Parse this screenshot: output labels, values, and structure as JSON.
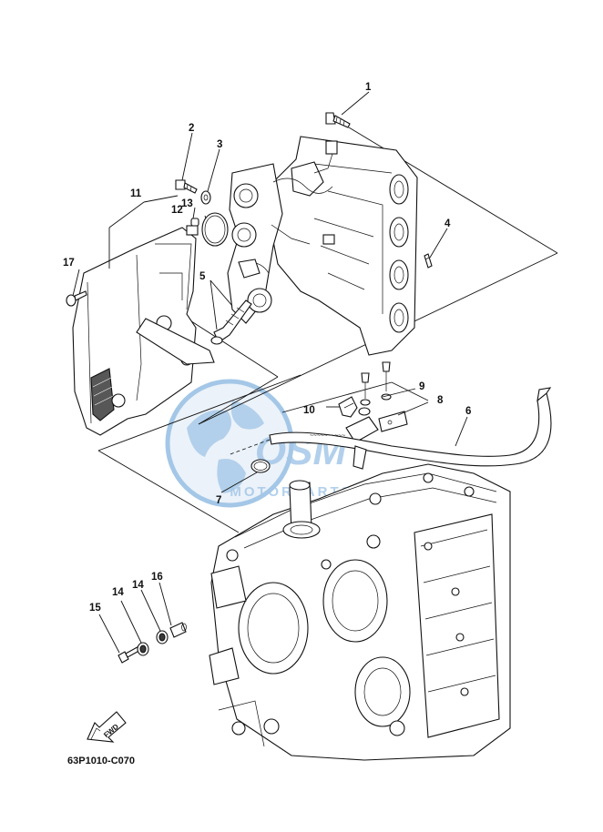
{
  "diagram": {
    "code": "63P1010-C070",
    "fwd_label": "FWD",
    "watermark": {
      "brand": "OSM",
      "sub": "MOTORPARTS"
    },
    "callouts": [
      "1",
      "2",
      "3",
      "4",
      "5",
      "6",
      "7",
      "8",
      "9",
      "10",
      "11",
      "12",
      "13",
      "14",
      "14",
      "15",
      "16",
      "17"
    ]
  },
  "colors": {
    "line": "#111111",
    "watermark_blue": "#5b9bd5",
    "watermark_light": "#dbe8f5"
  }
}
